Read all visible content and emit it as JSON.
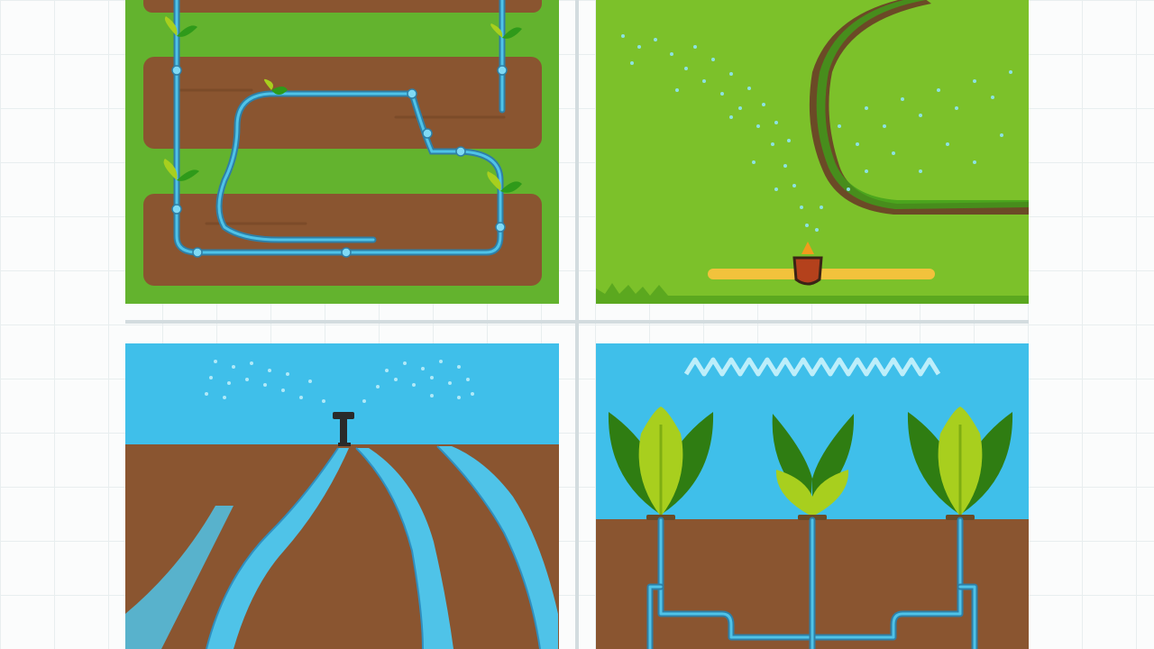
{
  "colors": {
    "grass": "#63b32e",
    "lawn": "#7cc12a",
    "soil": "#8a5530",
    "sky": "#3fbfea",
    "water": "#4fc3e8",
    "pipe": "#2f7fa6",
    "leaf_dark": "#2f7d12",
    "leaf_light": "#a8cf1e",
    "sprinkler_body": "#b4411c",
    "sprinkler_bar": "#f2c23c"
  },
  "panels": [
    {
      "id": "drip",
      "icon": "drip-irrigation-illustration"
    },
    {
      "id": "sprinkler",
      "icon": "lawn-sprinkler-illustration"
    },
    {
      "id": "surface",
      "icon": "surface-furrow-irrigation-illustration"
    },
    {
      "id": "subsurface",
      "icon": "subsurface-irrigation-illustration"
    }
  ]
}
